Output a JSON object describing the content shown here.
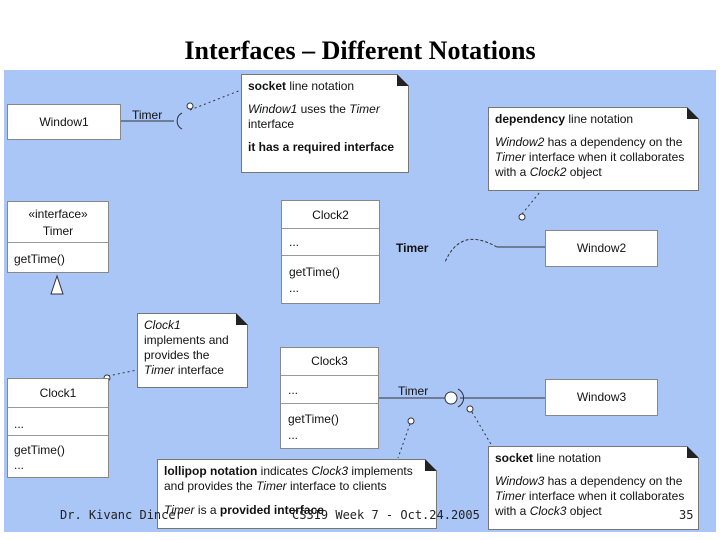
{
  "slide": {
    "title": "Interfaces – Different Notations",
    "footer_left": "Dr. Kivanc Dincer",
    "footer_center": "CS319 Week 7 - Oct.24.2005",
    "page_number": "35"
  },
  "classes": {
    "window1": "Window1",
    "window2": "Window2",
    "window3": "Window3",
    "clock1": {
      "name": "Clock1",
      "attr": "...",
      "op1": "getTime()",
      "op2": "..."
    },
    "clock2": {
      "name": "Clock2",
      "attr": "...",
      "op1": "getTime()",
      "op2": "..."
    },
    "clock3": {
      "name": "Clock3",
      "attr": "...",
      "op1": "getTime()",
      "op2": "..."
    },
    "timer_interface": {
      "stereotype": "«interface»",
      "name": "Timer",
      "op": "getTime()"
    }
  },
  "labels": {
    "timer1": "Timer",
    "timer2": "Timer",
    "timer3": "Timer"
  },
  "notes": {
    "socket_top": {
      "l1a": "socket",
      "l1b": " line notation",
      "l2a": "Window1",
      "l2b": " uses the ",
      "l2c": "Timer",
      "l3": "interface",
      "l4a": "it has a ",
      "l4b": "required interface"
    },
    "dependency": {
      "l1a": "dependency",
      "l1b": " line notation",
      "l2a": "Window2",
      "l2b": " has a dependency on the",
      "l3a": "Timer",
      "l3b": " interface when it collaborates",
      "l4a": "with a ",
      "l4b": "Clock2",
      "l4c": " object"
    },
    "clock1_note": {
      "l1": "Clock1",
      "l2": "implements and",
      "l3": "provides the",
      "l4a": "Timer",
      "l4b": " interface"
    },
    "lollipop": {
      "l1a": "lollipop notation",
      "l1b": " indicates ",
      "l1c": "Clock3",
      "l1d": " implements",
      "l2a": "and provides the ",
      "l2b": "Timer",
      "l2c": " interface to clients",
      "l3a": "Timer",
      "l3b": " is a ",
      "l3c": "provided interface"
    },
    "socket_bottom": {
      "l1a": "socket",
      "l1b": " line notation",
      "l2a": "Window3",
      "l2b": " has a dependency on the",
      "l3a": "Timer",
      "l3b": " interface when it collaborates",
      "l4a": "with a ",
      "l4b": "Clock3",
      "l4c": " object"
    }
  }
}
